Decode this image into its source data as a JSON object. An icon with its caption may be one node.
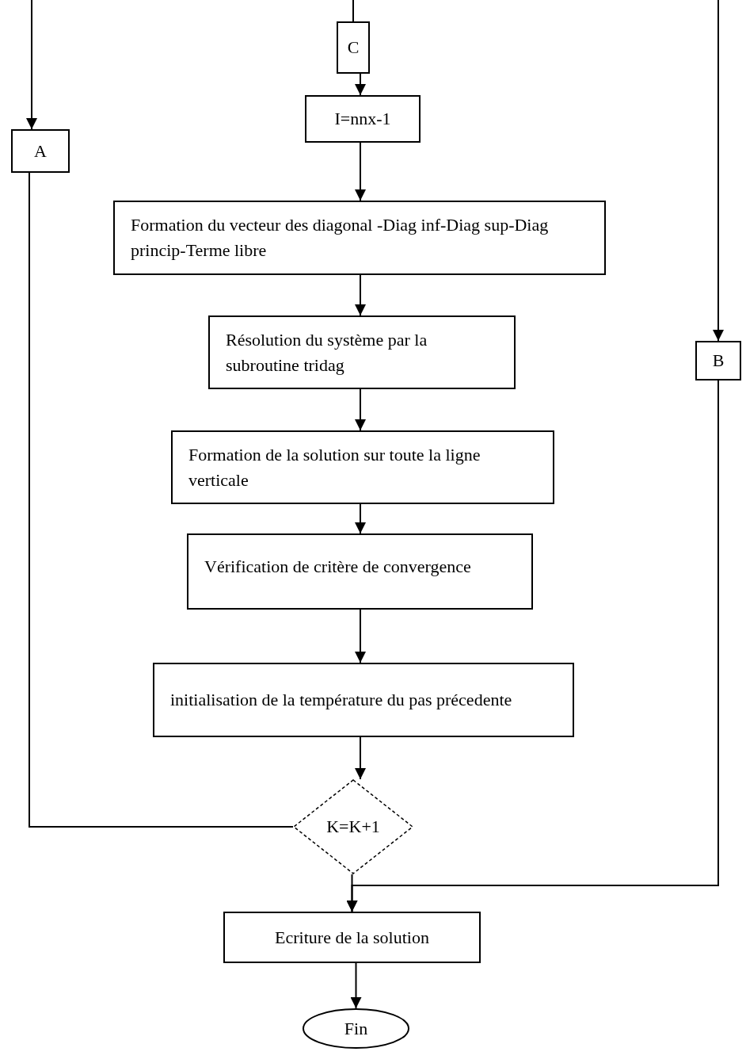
{
  "diagram": {
    "nodes": [
      {
        "text": [
          "A"
        ]
      },
      {
        "text": [
          "C"
        ]
      },
      {
        "text": [
          "I=nnx-1"
        ]
      },
      {
        "text": [
          "Formation du vecteur des diagonal -Diag inf-Diag sup-Diag princip-Terme libre"
        ]
      },
      {
        "text": [
          "Résolution du système par la subroutine tridag"
        ]
      },
      {
        "text": [
          "Formation de la solution sur toute la ligne verticale"
        ]
      },
      {
        "text": [
          "Vérification de critère de convergence"
        ]
      },
      {
        "text": [
          "initialisation de la température du pas précedente"
        ]
      },
      {
        "text": [
          "K=K+1"
        ]
      },
      {
        "text": [
          "B"
        ]
      },
      {
        "text": [
          "Ecriture de la solution"
        ]
      },
      {
        "text": [
          "Fin"
        ]
      }
    ],
    "edges": [
      {
        "from": null,
        "to": 0,
        "arrow": "to"
      },
      {
        "from": null,
        "to": 1,
        "arrow": "none"
      },
      {
        "from": 1,
        "to": 2,
        "arrow": "to"
      },
      {
        "from": 2,
        "to": 3,
        "arrow": "to"
      },
      {
        "from": 3,
        "to": 4,
        "arrow": "to"
      },
      {
        "from": 4,
        "to": 5,
        "arrow": "to"
      },
      {
        "from": 5,
        "to": 6,
        "arrow": "to"
      },
      {
        "from": 6,
        "to": 7,
        "arrow": "to"
      },
      {
        "from": 7,
        "to": 8,
        "arrow": "to"
      },
      {
        "from": 8,
        "to": 0,
        "arrow": "none"
      },
      {
        "from": 8,
        "to": 10,
        "arrow": "to"
      },
      {
        "from": null,
        "to": 9,
        "arrow": "to"
      },
      {
        "from": 9,
        "to": 10,
        "arrow": "to"
      },
      {
        "from": 10,
        "to": 11,
        "arrow": "to"
      }
    ]
  }
}
